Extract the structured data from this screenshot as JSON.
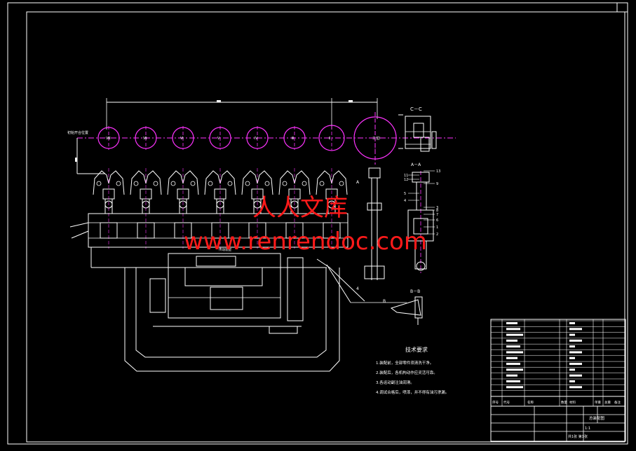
{
  "watermark": {
    "line1": "人人文库",
    "line2": "www.renrendoc.com"
  },
  "section_labels": {
    "cc": "C－C",
    "aa": "A－A",
    "bb": "B－B",
    "a_mark": "A",
    "b_mark": "B"
  },
  "station_labels": [
    "Ⅷ",
    "Ⅶ",
    "Ⅵ",
    "Ⅴ",
    "Ⅳ",
    "Ⅲ",
    "Ⅱ",
    "工位Ⅰ"
  ],
  "left_note": "初始开合位置",
  "tech_requirements": {
    "title": "技术要求",
    "items": [
      "1.装配前，全部零件须清洗干净。",
      "2.装配后，各机构动作应灵活可靠。",
      "3.各运动副注油润滑。",
      "4.调试合格后，喷漆，并不得有油污渗漏。"
    ]
  },
  "part_numbers": [
    "13",
    "11",
    "12",
    "9",
    "5",
    "4",
    "3",
    "8",
    "7",
    "6",
    "1",
    "2"
  ],
  "title_block": {
    "drawing_title": "总装配图",
    "scale": "1:1",
    "sheet": "共1张 第1张",
    "header_cells": [
      "序号",
      "代号",
      "名称",
      "数量",
      "材料",
      "单重",
      "总重",
      "备注"
    ]
  },
  "colors": {
    "background": "#000000",
    "line": "#ffffff",
    "centerline": "#ff33ff",
    "watermark": "#ff1a1a",
    "cyan": "#00e5ff"
  }
}
